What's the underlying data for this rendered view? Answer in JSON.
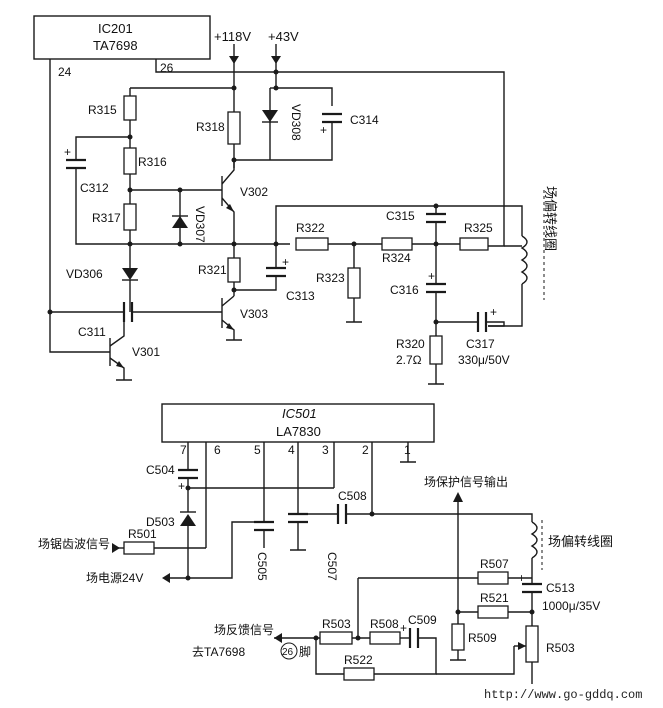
{
  "top": {
    "ic": {
      "ref": "IC201",
      "part": "TA7698",
      "pin_a": "24",
      "pin_b": "26"
    },
    "rails": {
      "a": "+118V",
      "b": "+43V"
    },
    "labels": {
      "R315": "R315",
      "R316": "R316",
      "R317": "R317",
      "R318": "R318",
      "R321": "R321",
      "R322": "R322",
      "R323": "R323",
      "R324": "R324",
      "R325": "R325",
      "R320": "R320",
      "R320_val": "2.7Ω",
      "C311": "C311",
      "C312": "C312",
      "C313": "C313",
      "C314": "C314",
      "C315": "C315",
      "C316": "C316",
      "C317": "C317",
      "C317_val": "330μ/50V",
      "VD306": "VD306",
      "VD307": "VD307",
      "VD308": "VD308",
      "V301": "V301",
      "V302": "V302",
      "V303": "V303"
    },
    "coil_label": "场偏转线圈"
  },
  "bottom": {
    "ic": {
      "ref": "IC501",
      "part": "LA7830"
    },
    "pins": [
      "7",
      "6",
      "5",
      "4",
      "3",
      "2",
      "1"
    ],
    "labels": {
      "C504": "C504",
      "D503": "D503",
      "R501": "R501",
      "C505": "C505",
      "C507": "C507",
      "C508": "C508",
      "R507": "R507",
      "R521": "R521",
      "C513": "C513",
      "C513_val": "1000μ/35V",
      "R509": "R509",
      "R503a": "R503",
      "R508": "R508",
      "C509": "C509",
      "R522": "R522",
      "R503b": "R503"
    },
    "signals": {
      "sawtooth": "场锯齿波信号",
      "power": "场电源24V",
      "protect": "场保护信号输出",
      "feedback": "场反馈信号",
      "to_pin": "去TA7698",
      "pin_num": "26",
      "pin_suffix": "脚"
    },
    "coil_label": "场偏转线圈"
  },
  "watermark": "http://www.go-gddq.com"
}
